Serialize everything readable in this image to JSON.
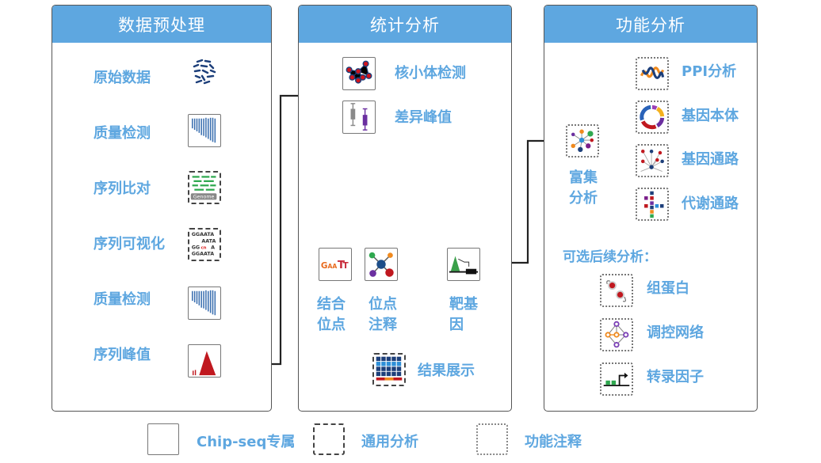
{
  "panels": {
    "preprocess": {
      "title": "数据预处理",
      "steps": [
        "原始数据",
        "质量检测",
        "序列比对",
        "序列可视化",
        "质量检测",
        "序列峰值"
      ]
    },
    "statistics": {
      "title": "统计分析",
      "top_items": [
        "核小体检测",
        "差异峰值"
      ],
      "bottom_items": [
        "结合\n位点",
        "位点\n注释",
        "靶基\n因"
      ],
      "bottom_items_lines": [
        [
          "结合",
          "位点"
        ],
        [
          "位点",
          "注释"
        ],
        [
          "靶基",
          "因"
        ]
      ],
      "result": "结果展示"
    },
    "function": {
      "title": "功能分析",
      "enrichment": [
        "富集",
        "分析"
      ],
      "items": [
        "PPI分析",
        "基因本体",
        "基因通路",
        "代谢通路"
      ],
      "optional_title": "可选后续分析：",
      "optional_items": [
        "组蛋白",
        "调控网络",
        "转录因子"
      ]
    }
  },
  "icon_texts": {
    "genome": "Genome",
    "seq_lines": [
      "GGAATA",
      "AATA",
      "GG",
      "A",
      "GGAATA"
    ],
    "motif": "GAA"
  },
  "legend": [
    {
      "style": "solid",
      "label": "Chip-seq专属"
    },
    {
      "style": "dashed",
      "label": "通用分析"
    },
    {
      "style": "dotted",
      "label": "功能注释"
    }
  ],
  "colors": {
    "header": "#5ea7e0",
    "label": "#5ea7e0"
  }
}
